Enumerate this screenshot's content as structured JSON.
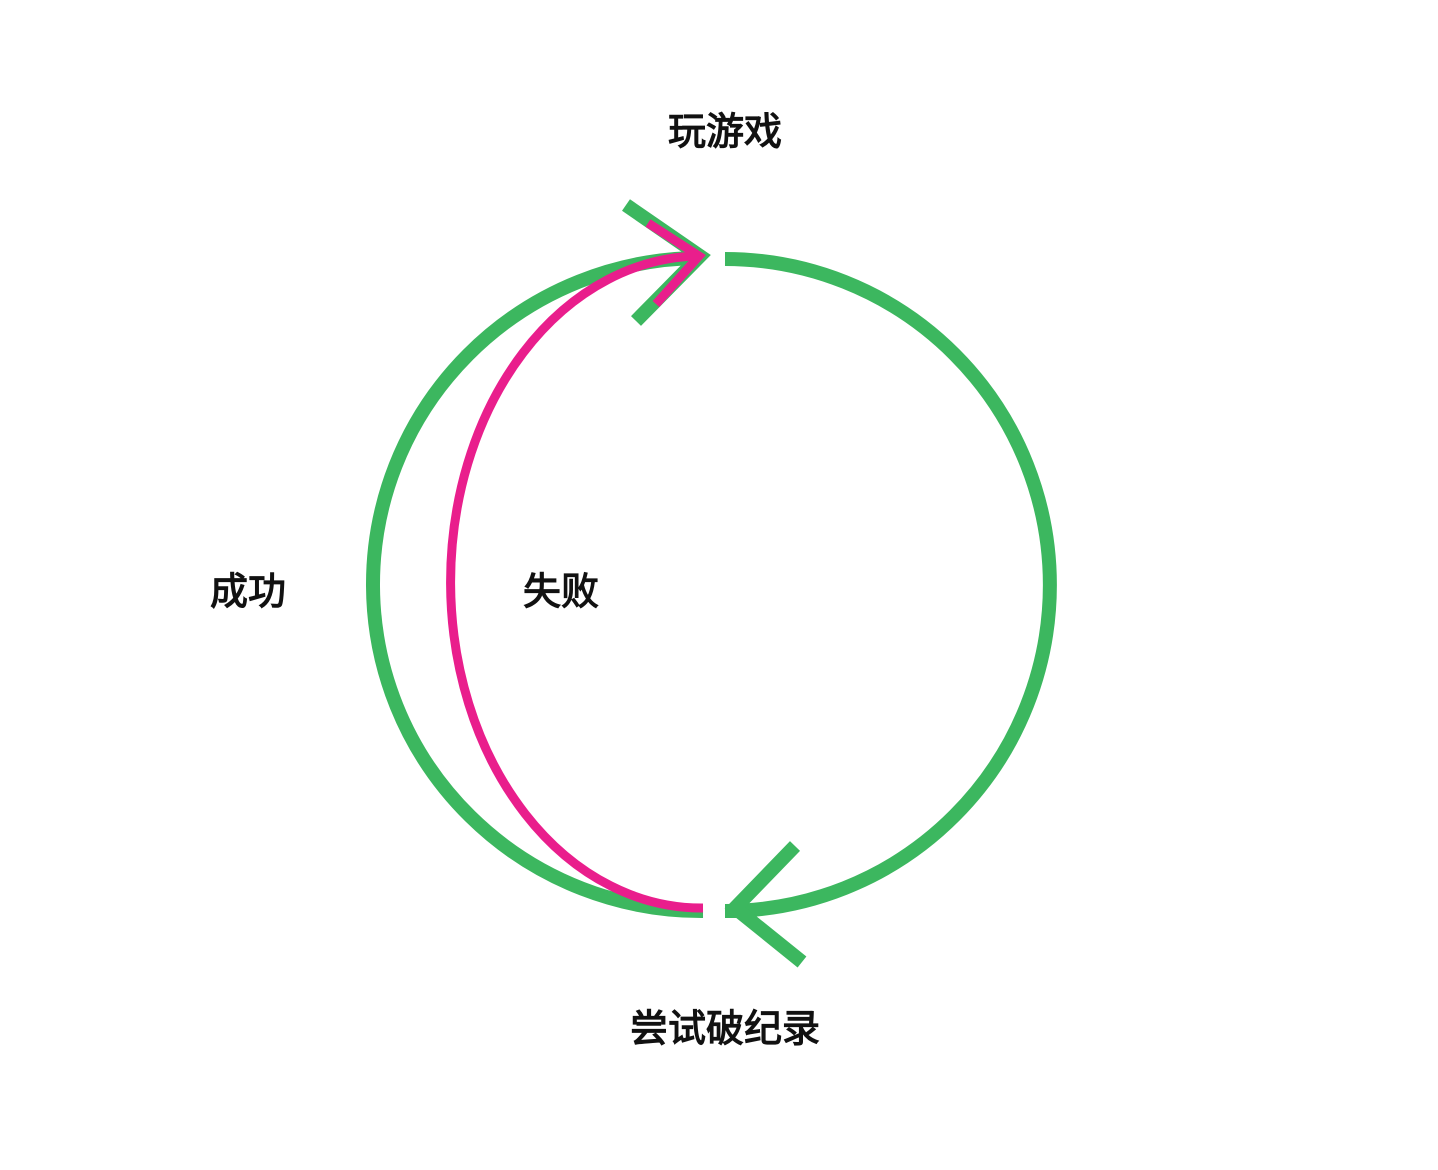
{
  "labels": {
    "play_game": "玩游戏",
    "attempt_record": "尝试破纪录",
    "success": "成功",
    "failure": "失败"
  },
  "colors": {
    "cycle": "#3cb75f",
    "failure_path": "#e91e8c"
  }
}
